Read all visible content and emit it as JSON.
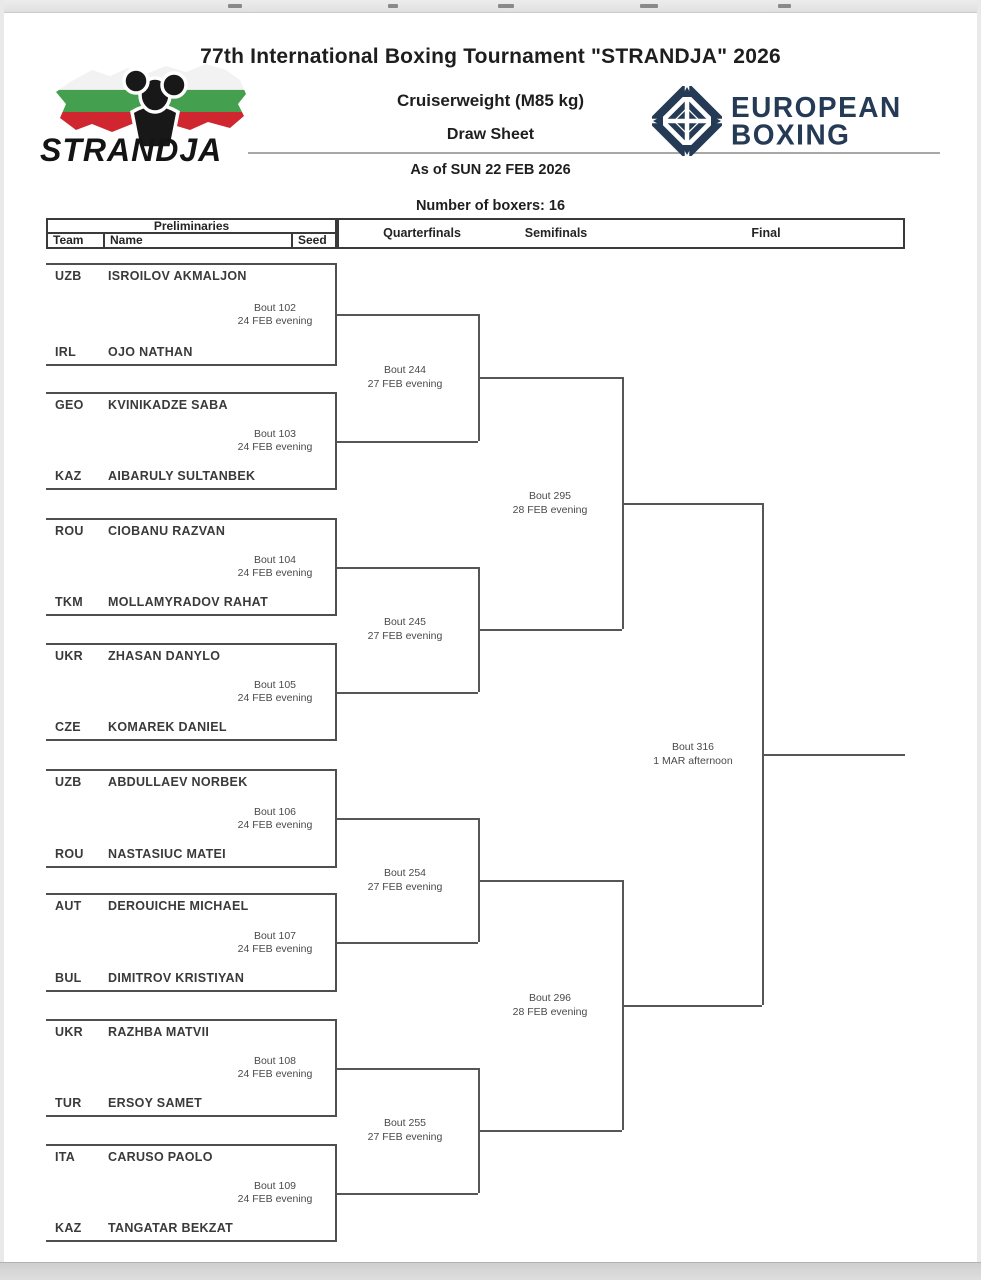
{
  "header": {
    "title": "77th International Boxing Tournament \"STRANDJA\" 2026",
    "weight_class": "Cruiserweight (M85 kg)",
    "sheet_type": "Draw Sheet",
    "as_of": "As of SUN 22 FEB 2026",
    "boxer_count": "Number of boxers: 16"
  },
  "logos": {
    "strandja_wordmark": "STRANDJA",
    "european_line1": "EUROPEAN",
    "european_line2": "BOXING",
    "navy": "#243a55",
    "flag_white": "#f2f2f2",
    "flag_green": "#44a04e",
    "flag_red": "#cf2630"
  },
  "table": {
    "preliminaries": "Preliminaries",
    "team": "Team",
    "name": "Name",
    "seed": "Seed",
    "rounds": [
      "Quarterfinals",
      "Semifinals",
      "Final"
    ]
  },
  "bracket": {
    "prelims": [
      {
        "bout": "Bout 102",
        "date": "24 FEB evening",
        "top": {
          "team": "UZB",
          "name": "ISROILOV AKMALJON"
        },
        "bottom": {
          "team": "IRL",
          "name": "OJO NATHAN"
        }
      },
      {
        "bout": "Bout 103",
        "date": "24 FEB evening",
        "top": {
          "team": "GEO",
          "name": "KVINIKADZE SABA"
        },
        "bottom": {
          "team": "KAZ",
          "name": "AIBARULY SULTANBEK"
        }
      },
      {
        "bout": "Bout 104",
        "date": "24 FEB evening",
        "top": {
          "team": "ROU",
          "name": "CIOBANU RAZVAN"
        },
        "bottom": {
          "team": "TKM",
          "name": "MOLLAMYRADOV RAHAT"
        }
      },
      {
        "bout": "Bout 105",
        "date": "24 FEB evening",
        "top": {
          "team": "UKR",
          "name": "ZHASAN DANYLO"
        },
        "bottom": {
          "team": "CZE",
          "name": "KOMAREK DANIEL"
        }
      },
      {
        "bout": "Bout 106",
        "date": "24 FEB evening",
        "top": {
          "team": "UZB",
          "name": "ABDULLAEV NORBEK"
        },
        "bottom": {
          "team": "ROU",
          "name": "NASTASIUC MATEI"
        }
      },
      {
        "bout": "Bout 107",
        "date": "24 FEB evening",
        "top": {
          "team": "AUT",
          "name": "DEROUICHE MICHAEL"
        },
        "bottom": {
          "team": "BUL",
          "name": "DIMITROV KRISTIYAN"
        }
      },
      {
        "bout": "Bout 108",
        "date": "24 FEB evening",
        "top": {
          "team": "UKR",
          "name": "RAZHBA MATVII"
        },
        "bottom": {
          "team": "TUR",
          "name": "ERSOY SAMET"
        }
      },
      {
        "bout": "Bout 109",
        "date": "24 FEB evening",
        "top": {
          "team": "ITA",
          "name": "CARUSO PAOLO"
        },
        "bottom": {
          "team": "KAZ",
          "name": "TANGATAR BEKZAT"
        }
      }
    ],
    "quarterfinals": [
      {
        "bout": "Bout 244",
        "date": "27 FEB evening"
      },
      {
        "bout": "Bout 245",
        "date": "27 FEB evening"
      },
      {
        "bout": "Bout 254",
        "date": "27 FEB evening"
      },
      {
        "bout": "Bout 255",
        "date": "27 FEB evening"
      }
    ],
    "semifinals": [
      {
        "bout": "Bout 295",
        "date": "28 FEB evening"
      },
      {
        "bout": "Bout 296",
        "date": "28 FEB evening"
      }
    ],
    "final": {
      "bout": "Bout 316",
      "date": "1 MAR afternoon"
    }
  }
}
